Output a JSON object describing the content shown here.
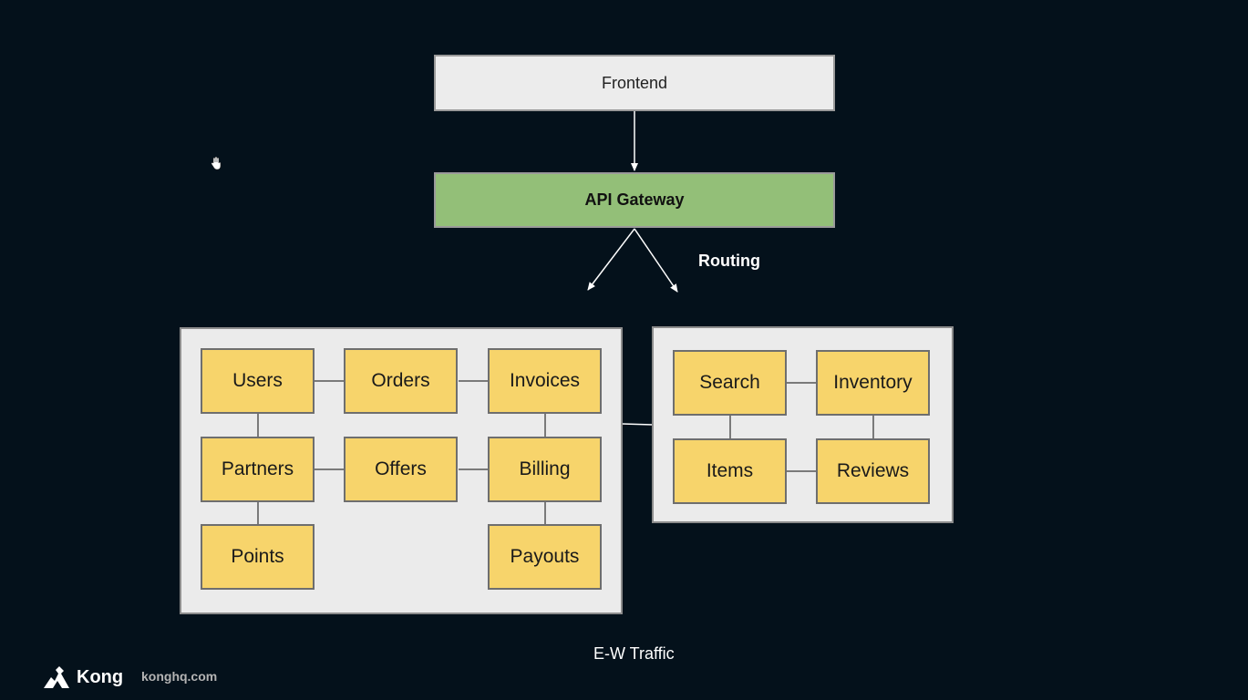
{
  "frontend": {
    "label": "Frontend"
  },
  "gateway": {
    "label": "API Gateway"
  },
  "routing": {
    "label": "Routing"
  },
  "group_a": {
    "services": [
      "Users",
      "Orders",
      "Invoices",
      "Partners",
      "Offers",
      "Billing",
      "Points",
      "Payouts"
    ]
  },
  "group_b": {
    "services": [
      "Search",
      "Inventory",
      "Items",
      "Reviews"
    ]
  },
  "footer": {
    "caption": "E-W Traffic",
    "brand": "Kong",
    "site": "konghq.com"
  },
  "colors": {
    "background": "#04111b",
    "gateway": "#93bf78",
    "service": "#f7d46b",
    "group": "#ebebeb"
  }
}
